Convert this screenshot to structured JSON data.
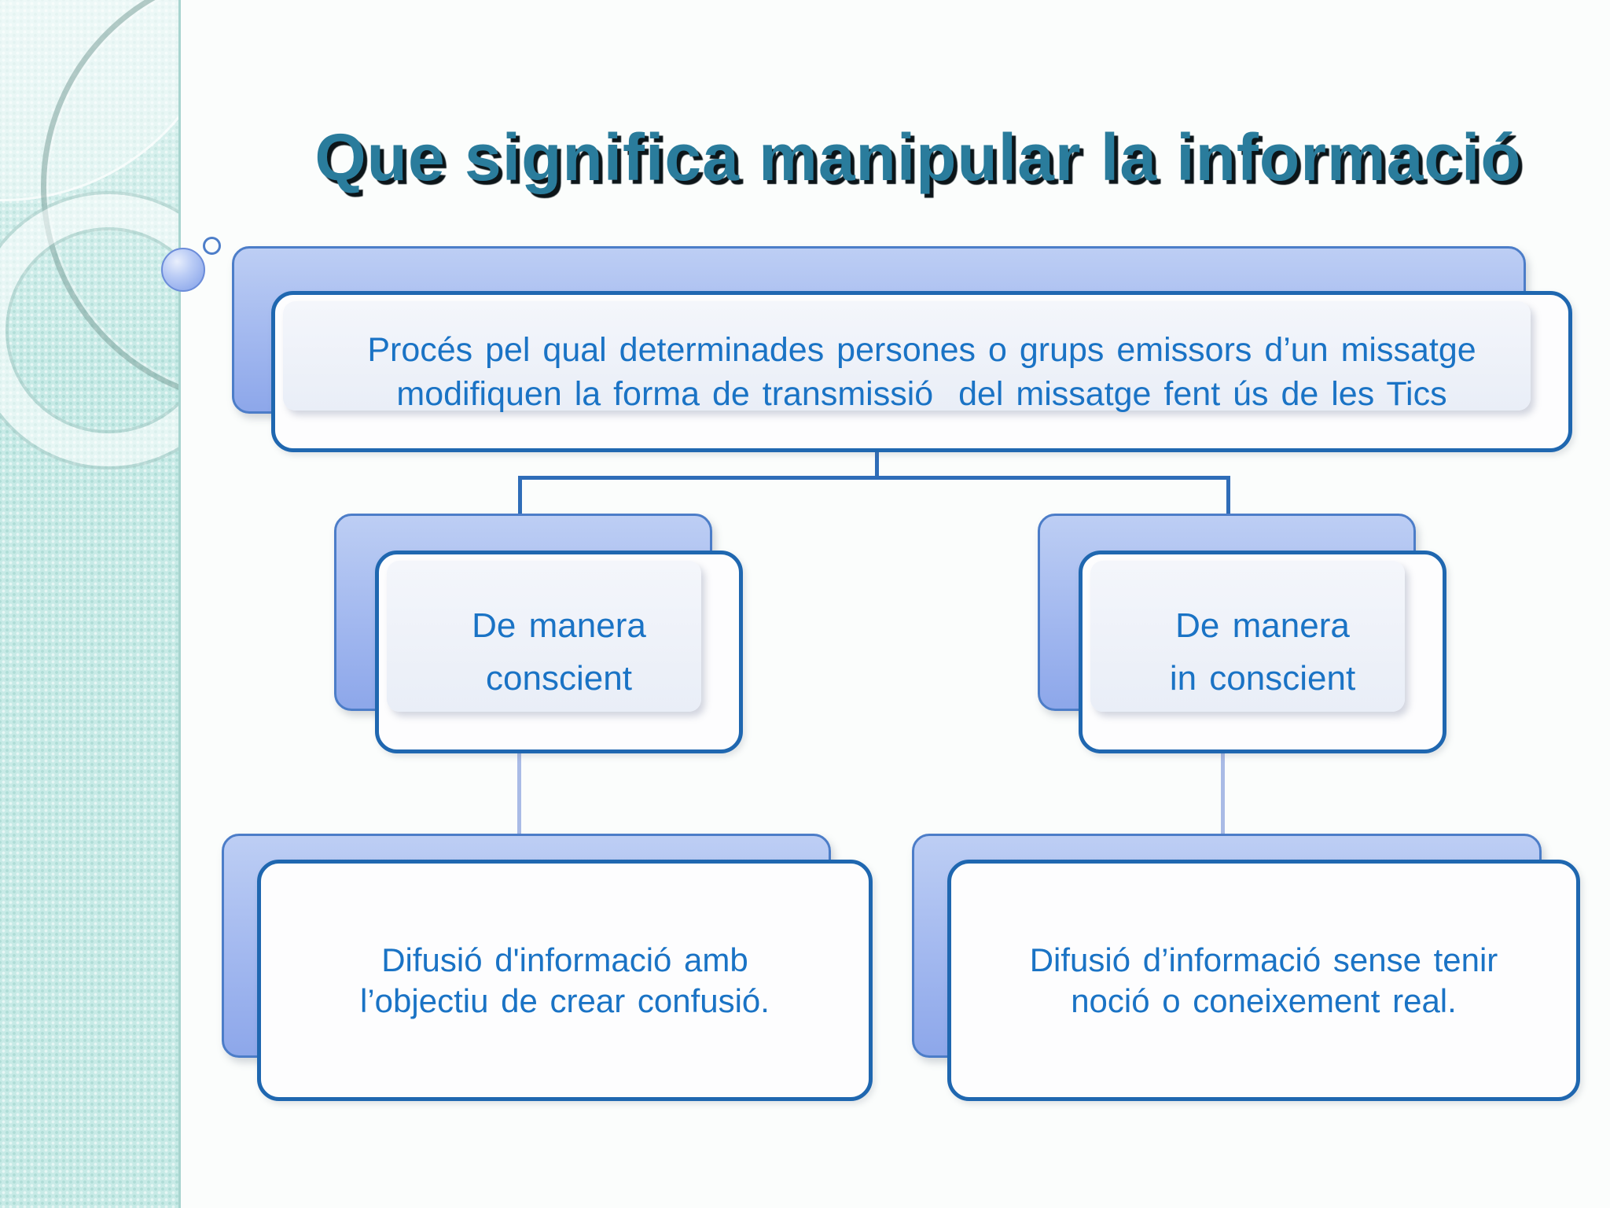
{
  "slide": {
    "title": "Que significa manipular la informació"
  },
  "diagram": {
    "root": {
      "text_line1": "Procés pel qual determinades persones o grups emissors d’un missatge",
      "text_line2": "modifiquen la forma de transmissió  del missatge fent ús de les Tics"
    },
    "branches": [
      {
        "id": "conscient",
        "label_line1": "De manera",
        "label_line2": "conscient",
        "desc_line1": "Difusió d'informació amb",
        "desc_line2": "l’objectiu de crear confusió."
      },
      {
        "id": "inconscient",
        "label_line1": "De manera",
        "label_line2": "in conscient",
        "desc_line1": "Difusió d’informació sense tenir",
        "desc_line2": "noció o coneixement real."
      }
    ]
  },
  "colors": {
    "title-text": "#2a7c9c",
    "title-shadow": "#0c1519",
    "node-text": "#1a73c5",
    "node-border": "#1f67b0",
    "connector-dark": "#2f6db8",
    "connector-light": "#a9bbe6",
    "sidebar-base": "#c7eae6"
  }
}
